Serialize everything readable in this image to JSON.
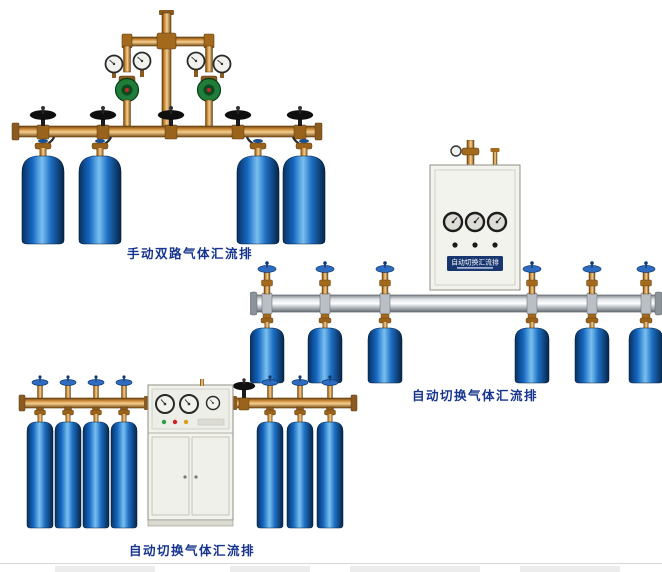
{
  "page": {
    "background": "#ffffff",
    "caption_color": "#17358f",
    "brass_color": "#c8862e",
    "cylinder_color": "#1668c2",
    "handwheel_blue": "#2d6cc0"
  },
  "products": [
    {
      "id": "manual-dual-gas-manifold",
      "caption": "手动双路气体汇流排"
    },
    {
      "id": "auto-switch-gas-manifold-cabinet",
      "caption": "自动切换气体汇流排",
      "cabinet_label": "自动切换汇流排"
    },
    {
      "id": "auto-switch-gas-manifold-floor",
      "caption": "自动切换气体汇流排"
    }
  ]
}
